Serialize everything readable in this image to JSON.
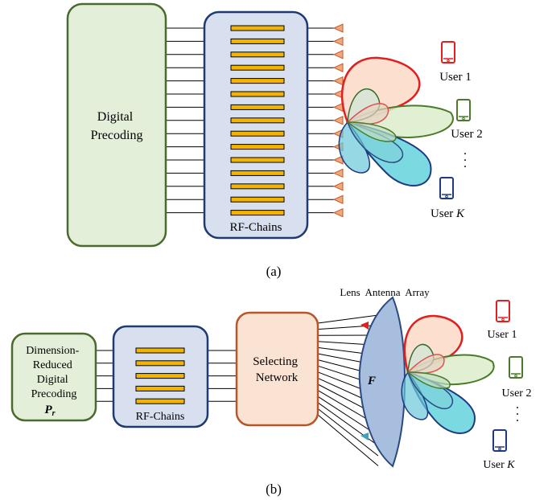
{
  "panel_a": {
    "caption": "(a)",
    "digital_precoding": [
      "Digital",
      "Precoding"
    ],
    "rf_chains": "RF-Chains",
    "users": {
      "user1": "User 1",
      "user2": "User 2",
      "userk_prefix": "User ",
      "userk_var": "K"
    }
  },
  "panel_b": {
    "caption": "(b)",
    "reduced_precoding": [
      "Dimension-",
      "Reduced",
      "Digital",
      "Precoding"
    ],
    "p_symbol": "P",
    "p_subscript": "r",
    "rf_chains": "RF-Chains",
    "selecting_network": [
      "Selecting",
      "Network"
    ],
    "lens_label": "Lens  Antenna  Array",
    "lens_symbol": "F",
    "users": {
      "user1": "User 1",
      "user2": "User 2",
      "userk_prefix": "User ",
      "userk_var": "K"
    }
  },
  "colors": {
    "green_fill": "#e3efd9",
    "green_stroke": "#4a6a30",
    "blue_fill": "#d8e0f0",
    "blue_stroke": "#1f3a6e",
    "orange_fill": "#fbe3d4",
    "orange_stroke": "#b8562a",
    "bar": "#f2b400",
    "red": "#e02020",
    "green_user": "#4a7a2a",
    "navy_user": "#203a80",
    "cyan": "#3fc4d0"
  }
}
